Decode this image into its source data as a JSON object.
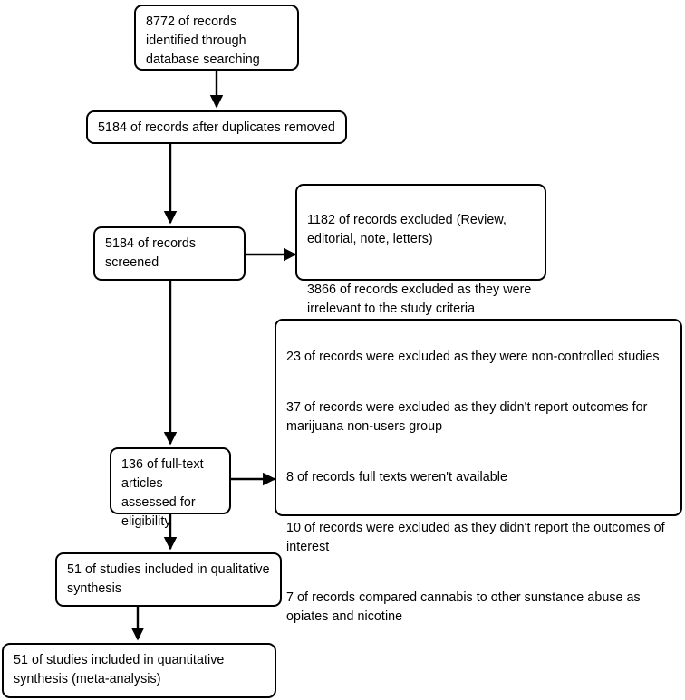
{
  "diagram": {
    "type": "prisma-flow-diagram",
    "title": "",
    "line_color": "#000000",
    "box_fill": "#ffffff",
    "text_color": "#000000",
    "nodes": [
      {
        "id": "identified",
        "name": "records-identified-box",
        "text": "8772 of records identified through database searching",
        "count": 8772
      },
      {
        "id": "duplicates_removed",
        "name": "records-after-duplicates-box",
        "text": "5184 of records after duplicates removed",
        "count": 5184
      },
      {
        "id": "screened",
        "name": "records-screened-box",
        "text": "5184 of records screened",
        "count": 5184
      },
      {
        "id": "screen_excluded",
        "name": "records-excluded-screening-box",
        "paragraphs": [
          "1182 of records excluded (Review, editorial, note, letters)",
          "3866 of records excluded as they were irrelevant to the study criteria"
        ]
      },
      {
        "id": "fulltext",
        "name": "full-text-assessed-box",
        "text": "136 of full-text articles assessed for eligibility",
        "count": 136
      },
      {
        "id": "fulltext_excluded",
        "name": "full-text-excluded-reasons-box",
        "paragraphs": [
          "23 of records were excluded as they were non-controlled studies",
          "37 of records were excluded as they didn't report outcomes for marijuana non-users group",
          "8 of records full texts weren't available",
          "10 of records were excluded as they didn't report the outcomes of interest",
          "7 of records compared cannabis to other sunstance abuse as opiates and nicotine"
        ]
      },
      {
        "id": "qualitative",
        "name": "qualitative-synthesis-box",
        "text": "51 of studies included in qualitative synthesis",
        "count": 51
      },
      {
        "id": "quantitative",
        "name": "quantitative-synthesis-box",
        "text": "51 of studies included in quantitative synthesis (meta-analysis)",
        "count": 51
      }
    ],
    "edges": [
      {
        "name": "edge-identified-to-duplicates",
        "from": "identified",
        "to": "duplicates_removed",
        "direction": "down"
      },
      {
        "name": "edge-duplicates-to-screened",
        "from": "duplicates_removed",
        "to": "screened",
        "direction": "down"
      },
      {
        "name": "edge-screened-to-screen-excluded",
        "from": "screened",
        "to": "screen_excluded",
        "direction": "right"
      },
      {
        "name": "edge-screened-to-fulltext",
        "from": "screened",
        "to": "fulltext",
        "direction": "down"
      },
      {
        "name": "edge-fulltext-to-fulltext-excluded",
        "from": "fulltext",
        "to": "fulltext_excluded",
        "direction": "right"
      },
      {
        "name": "edge-fulltext-to-qualitative",
        "from": "fulltext",
        "to": "qualitative",
        "direction": "down"
      },
      {
        "name": "edge-qualitative-to-quantitative",
        "from": "qualitative",
        "to": "quantitative",
        "direction": "down"
      }
    ]
  }
}
